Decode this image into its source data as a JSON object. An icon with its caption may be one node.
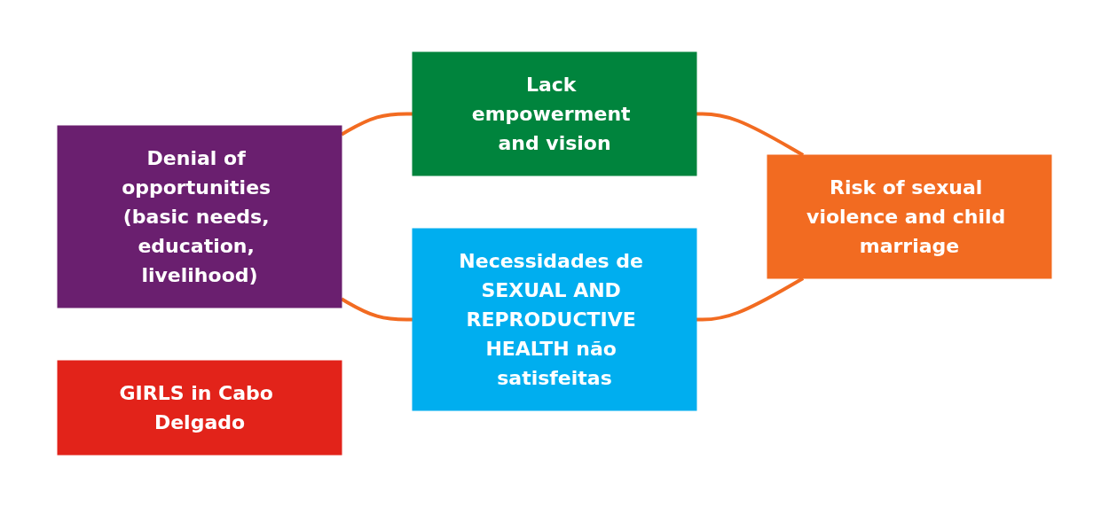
{
  "diagram": {
    "nodes": [
      {
        "text": [
          "Lack empowerment and vision"
        ]
      },
      {
        "text": [
          "Denial of opportunities (basic needs, education, livelihood)"
        ]
      },
      {
        "text": [
          "GIRLS in Cabo Delgado"
        ]
      },
      {
        "text": [
          "Risk of sexual violence and child marriage"
        ]
      },
      {
        "text": [
          "Necessidades de SEXUAL AND REPRODUCTIVE HEALTH não satisfeitas"
        ]
      }
    ],
    "edges": [
      {
        "from": 1,
        "to": 0,
        "arrow": "none"
      },
      {
        "from": 0,
        "to": 3,
        "arrow": "none"
      },
      {
        "from": 1,
        "to": 4,
        "arrow": "none"
      },
      {
        "from": 4,
        "to": 3,
        "arrow": "none"
      }
    ]
  }
}
